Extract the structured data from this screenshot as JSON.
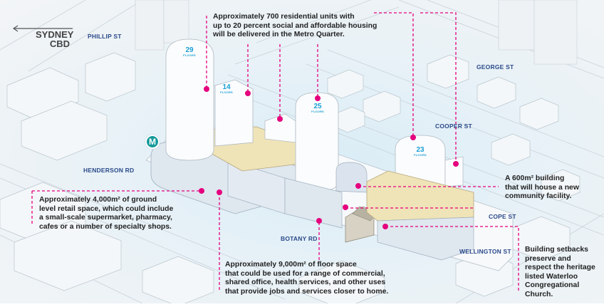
{
  "colors": {
    "accent_magenta": "#e5007e",
    "street_label": "#2b4a8a",
    "floors_label": "#1a9fd6",
    "metro_badge": "#16999a",
    "podium_tan": "#efe3b8",
    "callout_text": "#222222"
  },
  "direction": {
    "line1": "SYDNEY",
    "line2": "CBD",
    "icon": "arrow-left-icon"
  },
  "metro_badge": {
    "letter": "M",
    "icon": "metro-station-icon"
  },
  "streets": {
    "phillip": "PHILLIP ST",
    "george": "GEORGE ST",
    "cooper": "COOPER ST",
    "henderson": "HENDERSON RD",
    "botany": "BOTANY RD",
    "cope": "COPE ST",
    "wellington": "WELLINGTON ST"
  },
  "towers": [
    {
      "floors": "29",
      "label": "FLOORS"
    },
    {
      "floors": "14",
      "label": "FLOORS"
    },
    {
      "floors": "25",
      "label": "FLOORS"
    },
    {
      "floors": "23",
      "label": "FLOORS"
    }
  ],
  "callouts": {
    "residential": {
      "lines": [
        "Approximately 700 residential units with",
        "up to 20 percent social and affordable housing",
        "will be delivered in the Metro Quarter."
      ]
    },
    "retail": {
      "lines": [
        "Approximately 4,000m² of ground",
        "level retail space, which could include",
        "a small-scale supermarket, pharmacy,",
        "cafes or a number of specialty shops."
      ]
    },
    "floor_space": {
      "lines": [
        "Approximately 9,000m² of floor space",
        "that could be used for a range of commercial,",
        "shared office, health services, and other uses",
        "that provide jobs and services closer to home."
      ]
    },
    "community": {
      "lines": [
        "A 600m² building",
        "that will house a new",
        "community facility."
      ]
    },
    "heritage": {
      "lines": [
        "Building setbacks",
        "preserve and",
        "respect the heritage",
        "listed Waterloo",
        "Congregational",
        "Church."
      ]
    }
  }
}
